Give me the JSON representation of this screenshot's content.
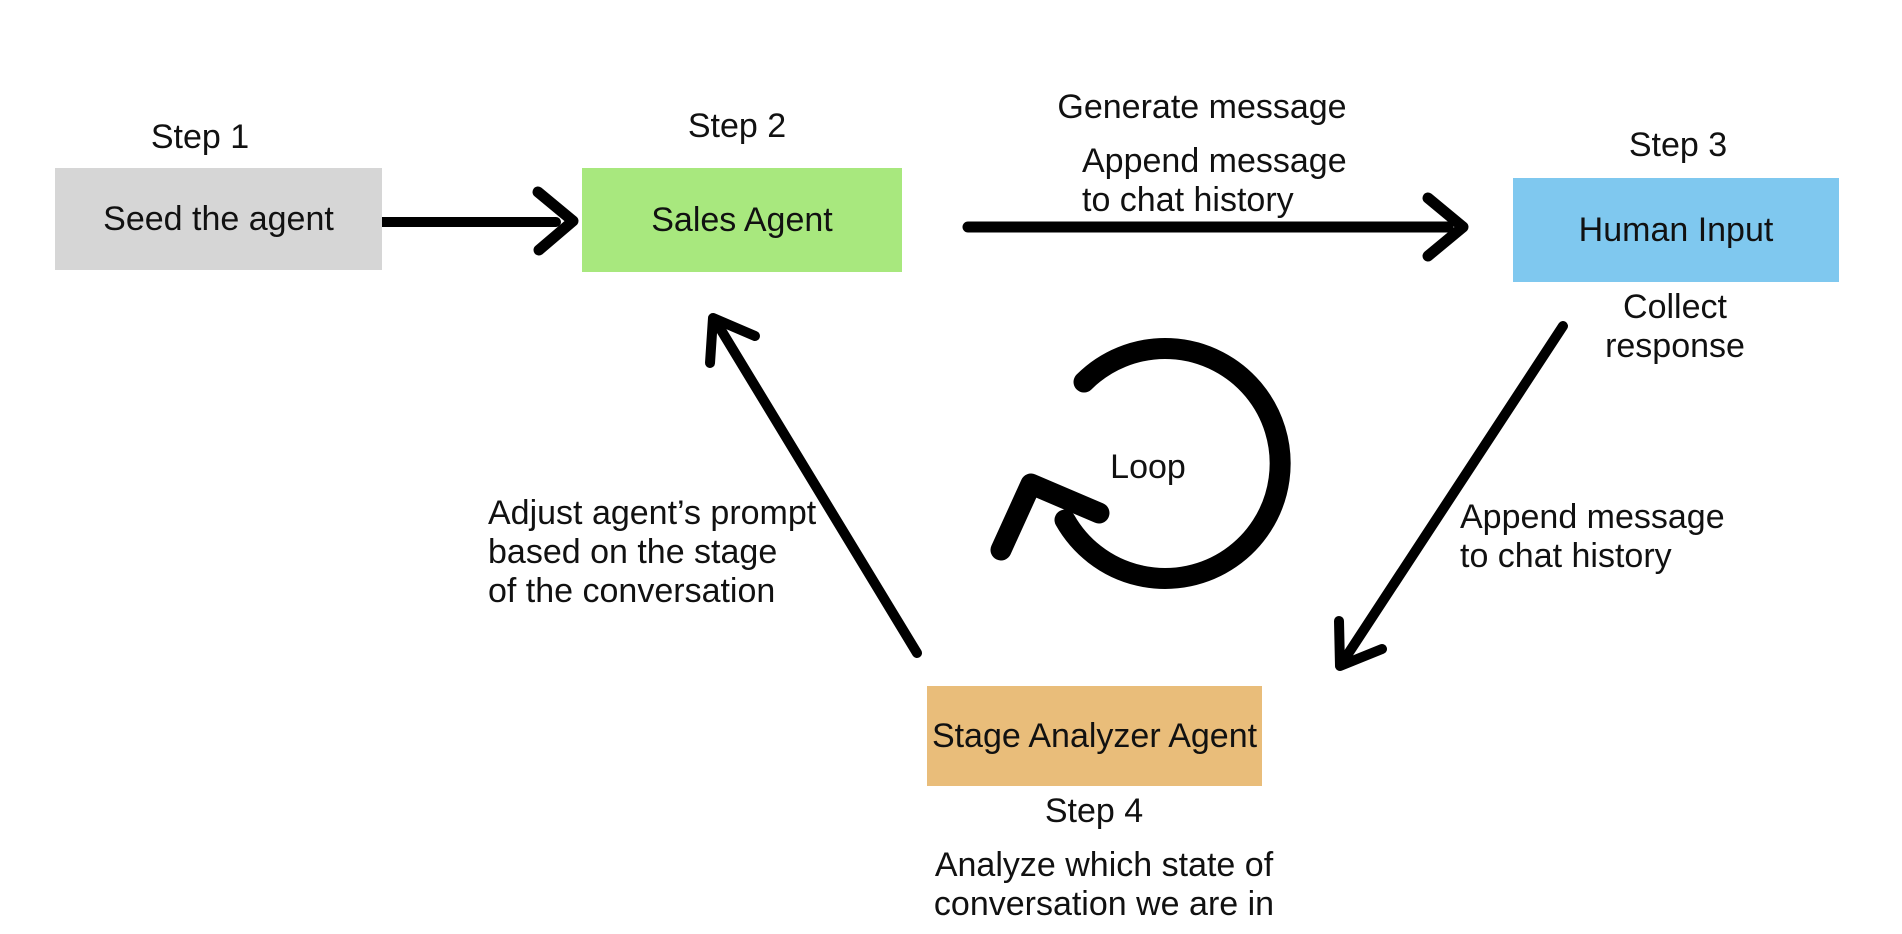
{
  "canvas": {
    "background": "#ffffff",
    "text_color": "#111111",
    "arrow_color": "#000000"
  },
  "nodes": {
    "seed": {
      "step": "Step 1",
      "label": "Seed the agent",
      "fill": "#d6d6d6"
    },
    "sales": {
      "step": "Step 2",
      "label": "Sales Agent",
      "fill": "#a8e87e"
    },
    "human": {
      "step": "Step 3",
      "label": "Human Input",
      "fill": "#7fc8ef",
      "note": "Collect response"
    },
    "stage": {
      "step": "Step 4",
      "label": "Stage Analyzer Agent",
      "fill": "#e9bd7a",
      "note": "Analyze which state of\nconversation we are in"
    }
  },
  "edges": {
    "sales_to_human": {
      "label_top": "Generate message",
      "label_bottom": "Append message\nto chat history"
    },
    "human_to_stage": {
      "label": "Append message\nto chat history"
    },
    "stage_to_sales": {
      "label": "Adjust agent’s prompt\nbased on the stage\nof the conversation"
    }
  },
  "loop": {
    "label": "Loop"
  }
}
